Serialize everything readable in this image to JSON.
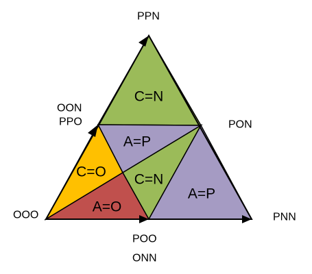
{
  "colors": {
    "green": "#9BBB59",
    "purple": "#A59BC3",
    "orange": "#FFC000",
    "red": "#C0504D",
    "outline": "#000000"
  },
  "vertex_labels": {
    "top": "PPN",
    "upper_left_1": "OON",
    "upper_left_2": "PPO",
    "right_mid": "PON",
    "left_bottom": "OOO",
    "far_right": "PNN",
    "bottom_1": "POO",
    "bottom_2": "ONN"
  },
  "regions": {
    "top": "C=N",
    "upper_middle": "A=P",
    "left": "C=O",
    "center": "C=N",
    "bottom_left": "A=O",
    "right": "A=P"
  }
}
